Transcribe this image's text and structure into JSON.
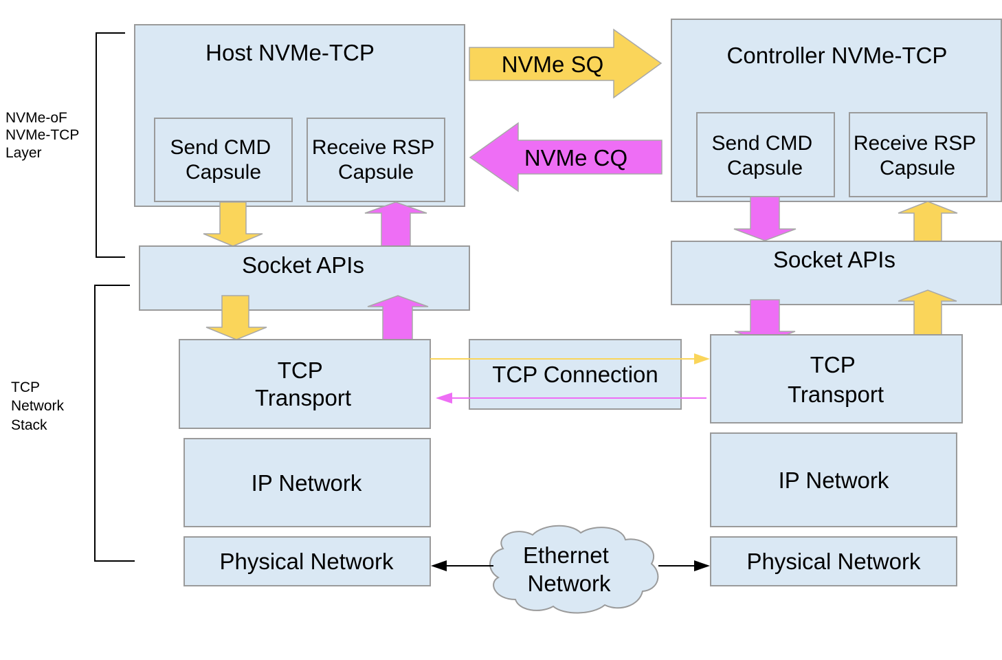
{
  "side_labels": {
    "upper": [
      "NVMe-oF",
      "NVMe-TCP",
      "Layer"
    ],
    "lower": [
      "TCP",
      "Network",
      "Stack"
    ]
  },
  "host": {
    "title": "Host NVMe-TCP",
    "send_capsule": [
      "Send CMD",
      "Capsule"
    ],
    "recv_capsule": [
      "Receive RSP",
      "Capsule"
    ],
    "socket": "Socket APIs",
    "tcp": [
      "TCP",
      "Transport"
    ],
    "ip": "IP Network",
    "phy": "Physical Network"
  },
  "controller": {
    "title": "Controller NVMe-TCP",
    "send_capsule": [
      "Send CMD",
      "Capsule"
    ],
    "recv_capsule": [
      "Receive RSP",
      "Capsule"
    ],
    "socket": "Socket APIs",
    "tcp": [
      "TCP",
      "Transport"
    ],
    "ip": "IP Network",
    "phy": "Physical Network"
  },
  "queues": {
    "sq": "NVMe SQ",
    "cq": "NVMe CQ"
  },
  "tcp_connection": "TCP Connection",
  "ethernet": [
    "Ethernet",
    "Network"
  ],
  "colors": {
    "box_fill": "#dae8f4",
    "box_stroke": "#9a9a9a",
    "submission": "#fad55a",
    "completion": "#ee6ef5"
  }
}
